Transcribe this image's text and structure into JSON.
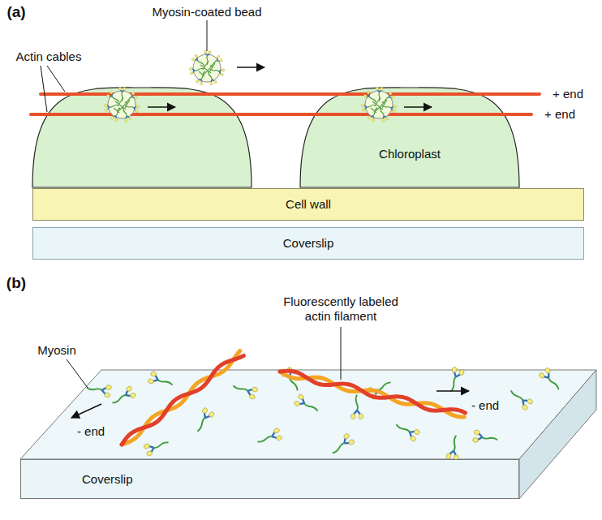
{
  "diagram": {
    "nodes": [
      {
        "text": [
          "Chloroplast"
        ]
      },
      {
        "text": [
          "Cell wall"
        ]
      },
      {
        "text": [
          "Coverslip"
        ]
      },
      {
        "text": [
          "Coverslip"
        ]
      }
    ],
    "labels": [
      "(a)",
      "Myosin-coated bead",
      "Actin cables",
      "+ end",
      "+ end",
      "(b)",
      "Fluorescently labeled actin filament",
      "Myosin",
      "- end",
      "- end"
    ]
  }
}
